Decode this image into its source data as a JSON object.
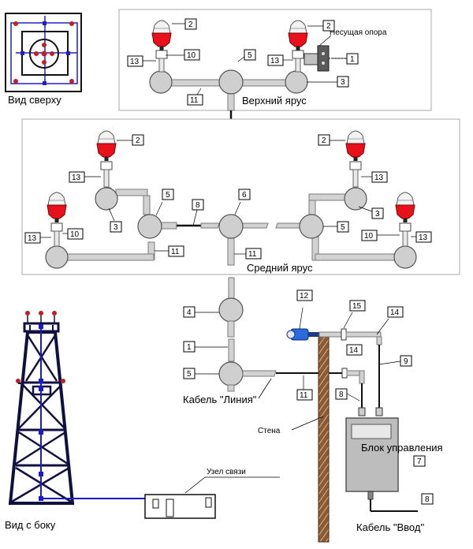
{
  "labels": {
    "top_view": "Вид сверху",
    "upper_tier": "Верхний ярус",
    "middle_tier": "Средний ярус",
    "support": "Несущая опора",
    "side_view": "Вид с боку",
    "comm_node": "Узел связи",
    "wall": "Стена",
    "cable_line": "Кабель \"Линия\"",
    "control_unit": "Блок управления",
    "cable_input": "Кабель \"Ввод\""
  },
  "callouts": {
    "n1": "1",
    "n2": "2",
    "n3": "3",
    "n4": "4",
    "n5": "5",
    "n6": "6",
    "n7": "7",
    "n8": "8",
    "n9": "9",
    "n10": "10",
    "n11": "11",
    "n12": "12",
    "n13": "13",
    "n14": "14",
    "n15": "15"
  },
  "colors": {
    "lamp_red": "#e8101a",
    "lamp_white": "#ffffff",
    "frame_gray": "#a8a8a8",
    "pipe_gray": "#d2d2d2",
    "wire_blue": "#1a1acc",
    "wall_brown": "#7a4a2a",
    "tower_navy": "#101040",
    "connector_blue": "#2a6adb"
  }
}
